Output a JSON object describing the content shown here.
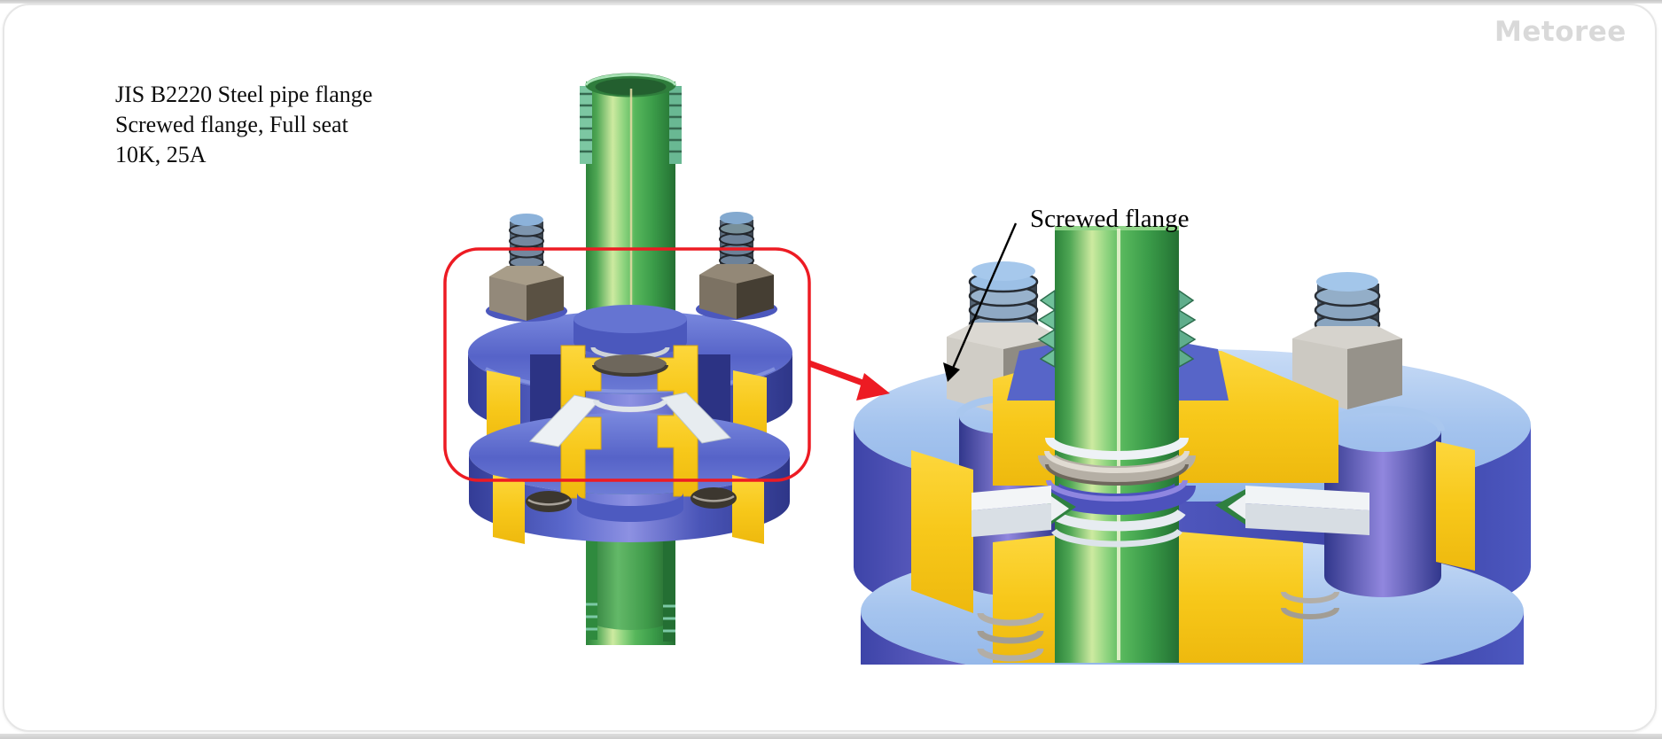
{
  "page": {
    "top_edge_color": "#cfcfcf",
    "bottom_edge_color": "#d0d0d0",
    "card_background": "#ffffff",
    "card_border_color": "#e6e6e6"
  },
  "watermark": {
    "text": "Metoree",
    "color": "#d9d9d9"
  },
  "caption": {
    "lines": [
      "JIS B2220 Steel pipe flange",
      "Screwed flange, Full seat",
      "10K, 25A"
    ]
  },
  "callout": {
    "label": "Screwed flange",
    "accent_color": "#ed1b23",
    "label_color": "#000000"
  },
  "figure": {
    "alt": "3D cutaway render of a JIS B2220 screwed steel pipe flange joint (full seat, 10K, 25A): green pipe, blue flange pair with yellow section faces, bolts and gasket; red box marks the flange area enlarged at right",
    "materials": {
      "pipe_green": "#4fae55",
      "pipe_green_highlight": "#cdeaa0",
      "flange_blue": "#4d58bd",
      "flange_blue_light": "#a5c4ee",
      "section_yellow": "#f7c81a",
      "bolt_silver": "#c9c6c0",
      "nut_bronze": "#8a8170",
      "gasket_white": "#eef1f4"
    }
  }
}
